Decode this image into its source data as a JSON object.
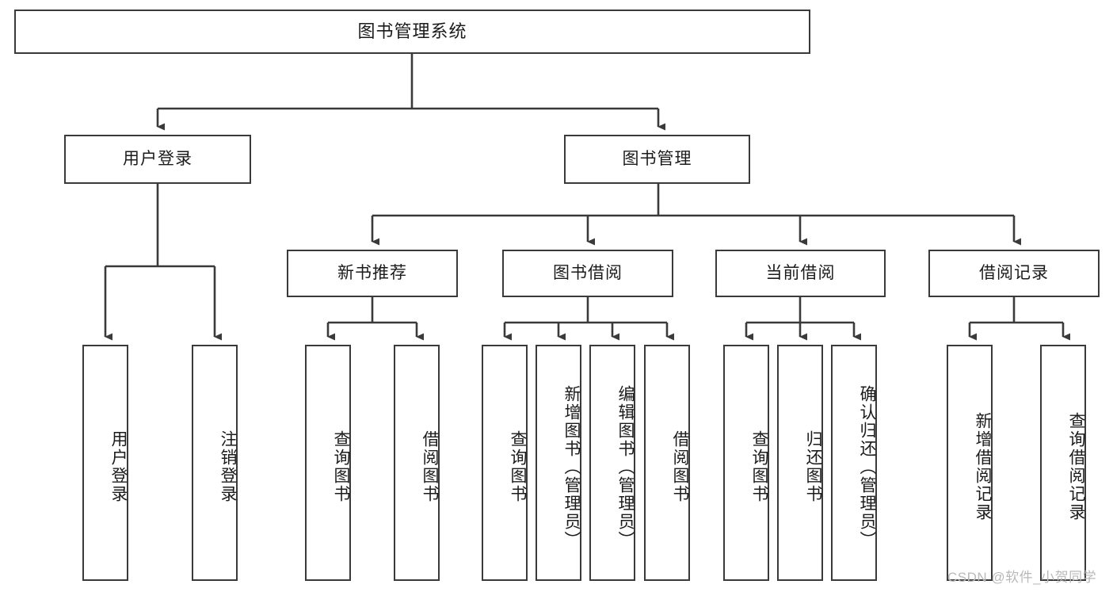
{
  "diagram": {
    "title": "图书管理系统",
    "root": {
      "label": "图书管理系统"
    },
    "level2": [
      {
        "label": "用户登录"
      },
      {
        "label": "图书管理"
      }
    ],
    "level3": [
      {
        "label": "新书推荐"
      },
      {
        "label": "图书借阅"
      },
      {
        "label": "当前借阅"
      },
      {
        "label": "借阅记录"
      }
    ],
    "leaves": {
      "user_login": [
        {
          "label": "用户登录"
        },
        {
          "label": "注销登录"
        }
      ],
      "new_book_recommend": [
        {
          "label": "查询图书"
        },
        {
          "label": "借阅图书"
        }
      ],
      "book_borrow": [
        {
          "label": "查询图书"
        },
        {
          "label": "新增图书（管理员）"
        },
        {
          "label": "编辑图书（管理员）"
        },
        {
          "label": "借阅图书"
        }
      ],
      "current_borrow": [
        {
          "label": "查询图书"
        },
        {
          "label": "归还图书"
        },
        {
          "label": "确认归还（管理员）"
        }
      ],
      "borrow_record": [
        {
          "label": "新增借阅记录"
        },
        {
          "label": "查询借阅记录"
        }
      ]
    }
  },
  "watermark": {
    "text": "CSDN @软件_小贺同学"
  },
  "colors": {
    "stroke": "#3a3a3a",
    "background": "#ffffff",
    "text": "#1b1b1b",
    "watermark": "#b9b9b9"
  }
}
